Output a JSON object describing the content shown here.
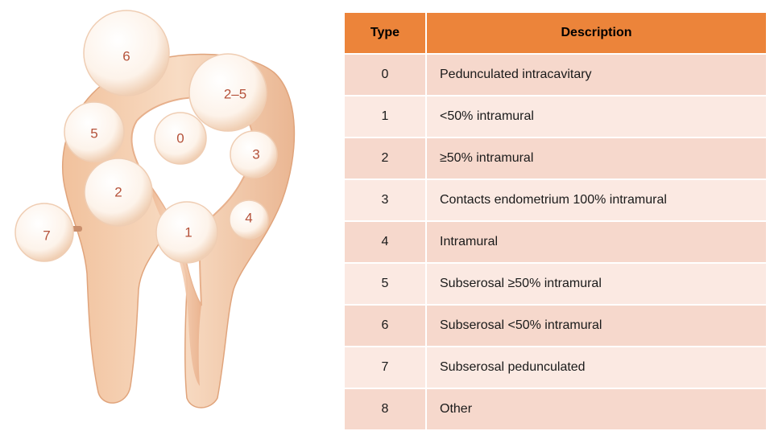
{
  "diagram": {
    "labels": [
      "6",
      "2–5",
      "5",
      "0",
      "3",
      "2",
      "4",
      "1",
      "7"
    ]
  },
  "table": {
    "headers": [
      "Type",
      "Description"
    ],
    "rows": [
      {
        "type": "0",
        "description": "Pedunculated intracavitary"
      },
      {
        "type": "1",
        "description": "<50% intramural"
      },
      {
        "type": "2",
        "description": "≥50% intramural"
      },
      {
        "type": "3",
        "description": "Contacts endometrium 100% intramural"
      },
      {
        "type": "4",
        "description": "Intramural"
      },
      {
        "type": "5",
        "description": "Subserosal ≥50% intramural"
      },
      {
        "type": "6",
        "description": "Subserosal <50% intramural"
      },
      {
        "type": "7",
        "description": "Subserosal pedunculated"
      },
      {
        "type": "8",
        "description": "Other"
      }
    ],
    "colors": {
      "header": "#ec843a",
      "row_odd": "#f6d8cc",
      "row_even": "#fbe9e2"
    }
  },
  "colors": {
    "uterus_fill": "#f3c8a6",
    "uterus_edge": "#e6a781",
    "fibroid_fill": "#fbeee3",
    "label_text": "#b5523a"
  }
}
